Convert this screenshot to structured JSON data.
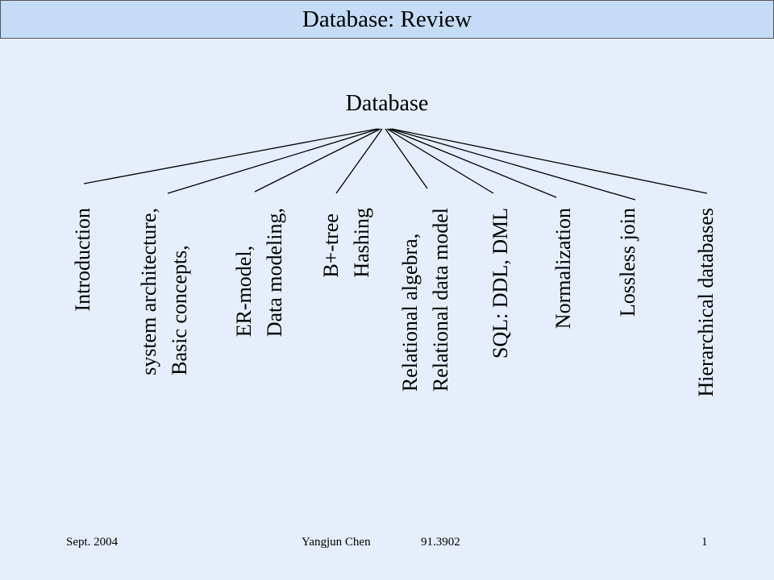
{
  "header": {
    "title": "Database: Review"
  },
  "diagram": {
    "root": "Database",
    "children": [
      "Introduction",
      "system architecture,\nBasic concepts,",
      "ER-model,\nData modeling,",
      "B+-tree\nHashing",
      "Relational algebra,\nRelational data model",
      "SQL: DDL, DML",
      "Normalization",
      "Lossless join",
      "Hierarchical databases"
    ]
  },
  "footer": {
    "date": "Sept. 2004",
    "author": "Yangjun Chen",
    "course": "91.3902",
    "page": "1"
  }
}
